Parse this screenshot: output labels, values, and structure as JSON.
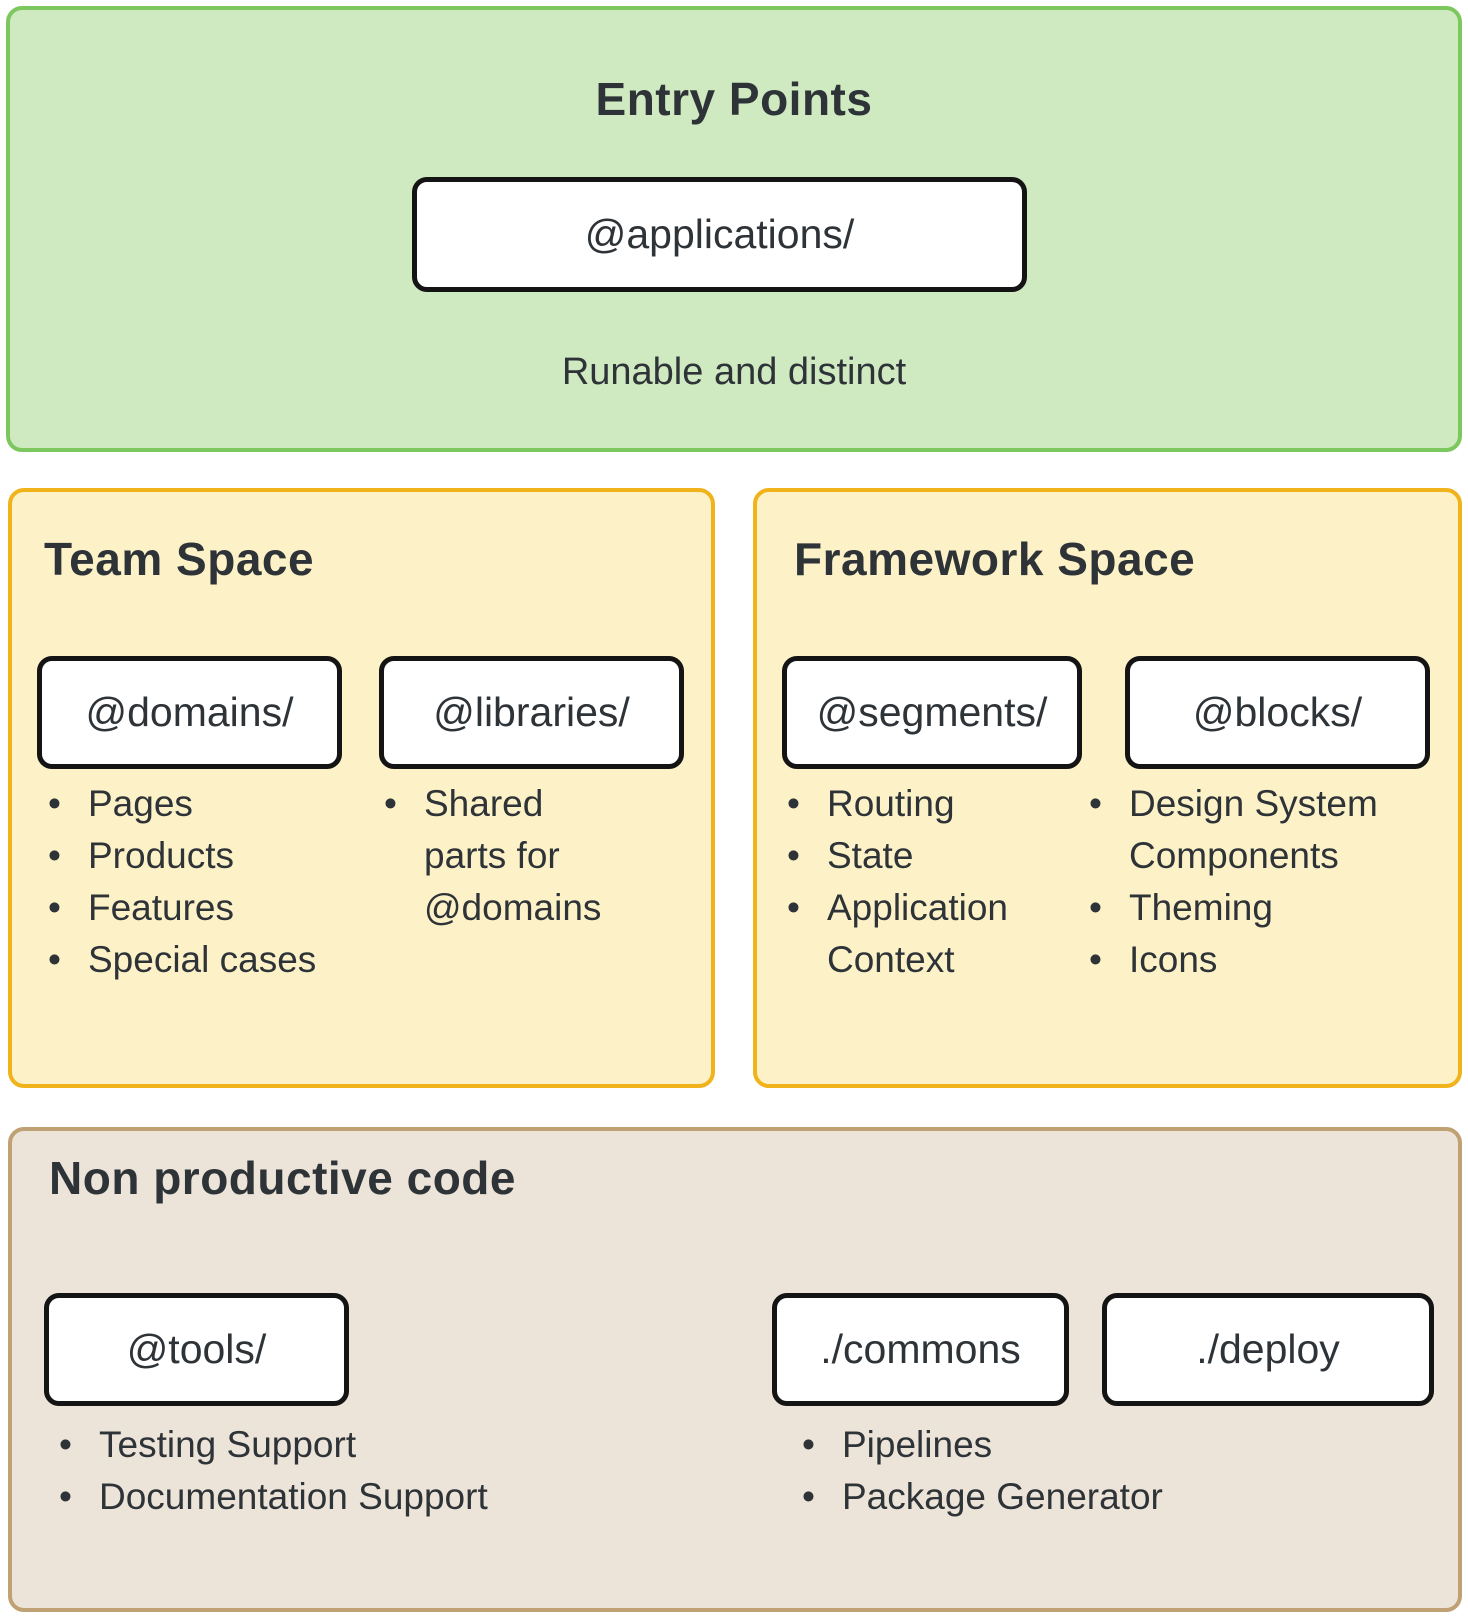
{
  "colors": {
    "green_bg": "#cfe9c1",
    "green_border": "#7dc75f",
    "yellow_bg": "#fdf2c7",
    "yellow_border": "#f1b31c",
    "beige_bg": "#ece4d8",
    "beige_border": "#bfa173",
    "box_border": "#141414",
    "text": "#2e3338"
  },
  "ui": {
    "bullet": "•"
  },
  "entry": {
    "title": "Entry Points",
    "node": "@applications/",
    "caption": "Runable and distinct"
  },
  "team": {
    "title": "Team Space",
    "nodes": [
      "@domains/",
      "@libraries/"
    ],
    "col1": [
      "Pages",
      "Products",
      "Features",
      "Special cases"
    ],
    "col2": [
      "Shared\nparts for\n@domains"
    ]
  },
  "framework": {
    "title": "Framework Space",
    "nodes": [
      "@segments/",
      "@blocks/"
    ],
    "col1": [
      "Routing",
      "State",
      "Application\nContext"
    ],
    "col2": [
      "Design System\nComponents",
      "Theming",
      "Icons"
    ]
  },
  "nonprod": {
    "title": "Non productive code",
    "nodes": [
      "@tools/",
      "./commons",
      "./deploy"
    ],
    "col1": [
      "Testing Support",
      "Documentation Support"
    ],
    "col2": [
      "Pipelines",
      "Package Generator"
    ]
  }
}
